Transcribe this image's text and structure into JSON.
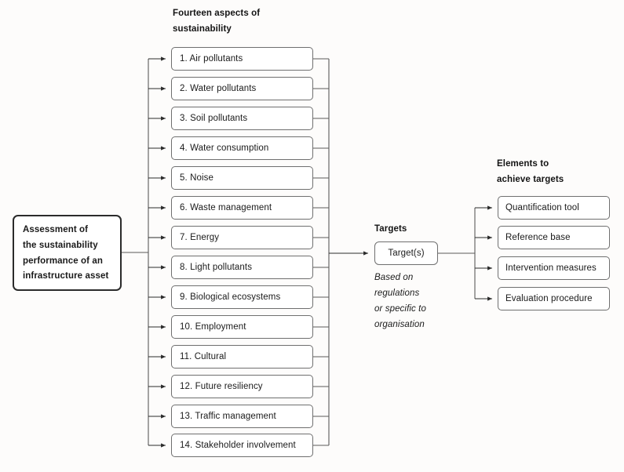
{
  "diagram": {
    "title": "Assessment of the sustainability performance of an infrastructure asset framework",
    "background_color": "#fdfcfb",
    "line_color": "#6f6f6f",
    "box_fill": "#ffffff",
    "text_color": "#1a1a1a"
  },
  "source": {
    "label": "Assessment of the sustainability performance of an infrastructure asset",
    "lines": [
      "Assessment of",
      "the sustainability",
      "performance of an",
      "infrastructure asset"
    ]
  },
  "aspects": {
    "heading_lines": [
      "Fourteen aspects of",
      "sustainability"
    ],
    "heading": "Fourteen aspects of sustainability",
    "items": [
      {
        "label": "1. Air pollutants"
      },
      {
        "label": "2. Water pollutants"
      },
      {
        "label": "3. Soil pollutants"
      },
      {
        "label": "4. Water consumption"
      },
      {
        "label": "5. Noise"
      },
      {
        "label": "6. Waste management"
      },
      {
        "label": "7. Energy"
      },
      {
        "label": "8. Light pollutants"
      },
      {
        "label": "9. Biological ecosystems"
      },
      {
        "label": "10. Employment"
      },
      {
        "label": "11. Cultural"
      },
      {
        "label": "12. Future resiliency"
      },
      {
        "label": "13. Traffic management"
      },
      {
        "label": "14. Stakeholder involvement"
      }
    ]
  },
  "targets": {
    "heading": "Targets",
    "box_label": "Target(s)",
    "note": "Based on regulations or specific to organisation",
    "note_lines": [
      "Based on",
      "regulations",
      "or specific to",
      "organisation"
    ]
  },
  "elements": {
    "heading_lines": [
      "Elements to",
      "achieve targets"
    ],
    "heading": "Elements to achieve targets",
    "items": [
      {
        "label": "Quantification tool"
      },
      {
        "label": "Reference base"
      },
      {
        "label": "Intervention measures"
      },
      {
        "label": "Evaluation procedure"
      }
    ]
  }
}
